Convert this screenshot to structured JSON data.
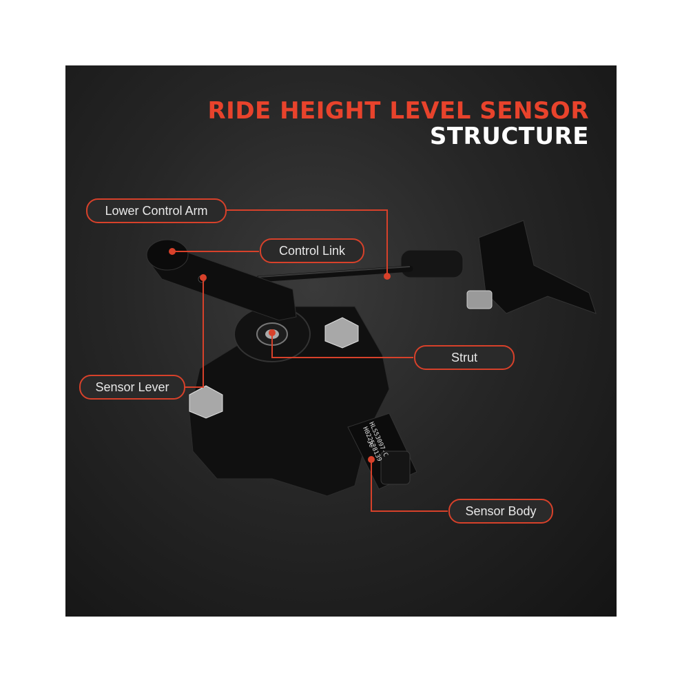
{
  "title": {
    "line1": "RIDE HEIGHT LEVEL SENSOR",
    "line2": "STRUCTURE"
  },
  "callouts": {
    "lower_control_arm": "Lower Control Arm",
    "control_link": "Control Link",
    "strut": "Strut",
    "sensor_lever": "Sensor Lever",
    "sensor_body": "Sensor Body"
  },
  "part_marking": {
    "line1": "HLS53097-C",
    "line2": "H022528139",
    "line3": "JC"
  },
  "colors": {
    "accent": "#d8412a",
    "title_red": "#e8432c",
    "title_white": "#ffffff",
    "panel_bg": "#262626"
  }
}
